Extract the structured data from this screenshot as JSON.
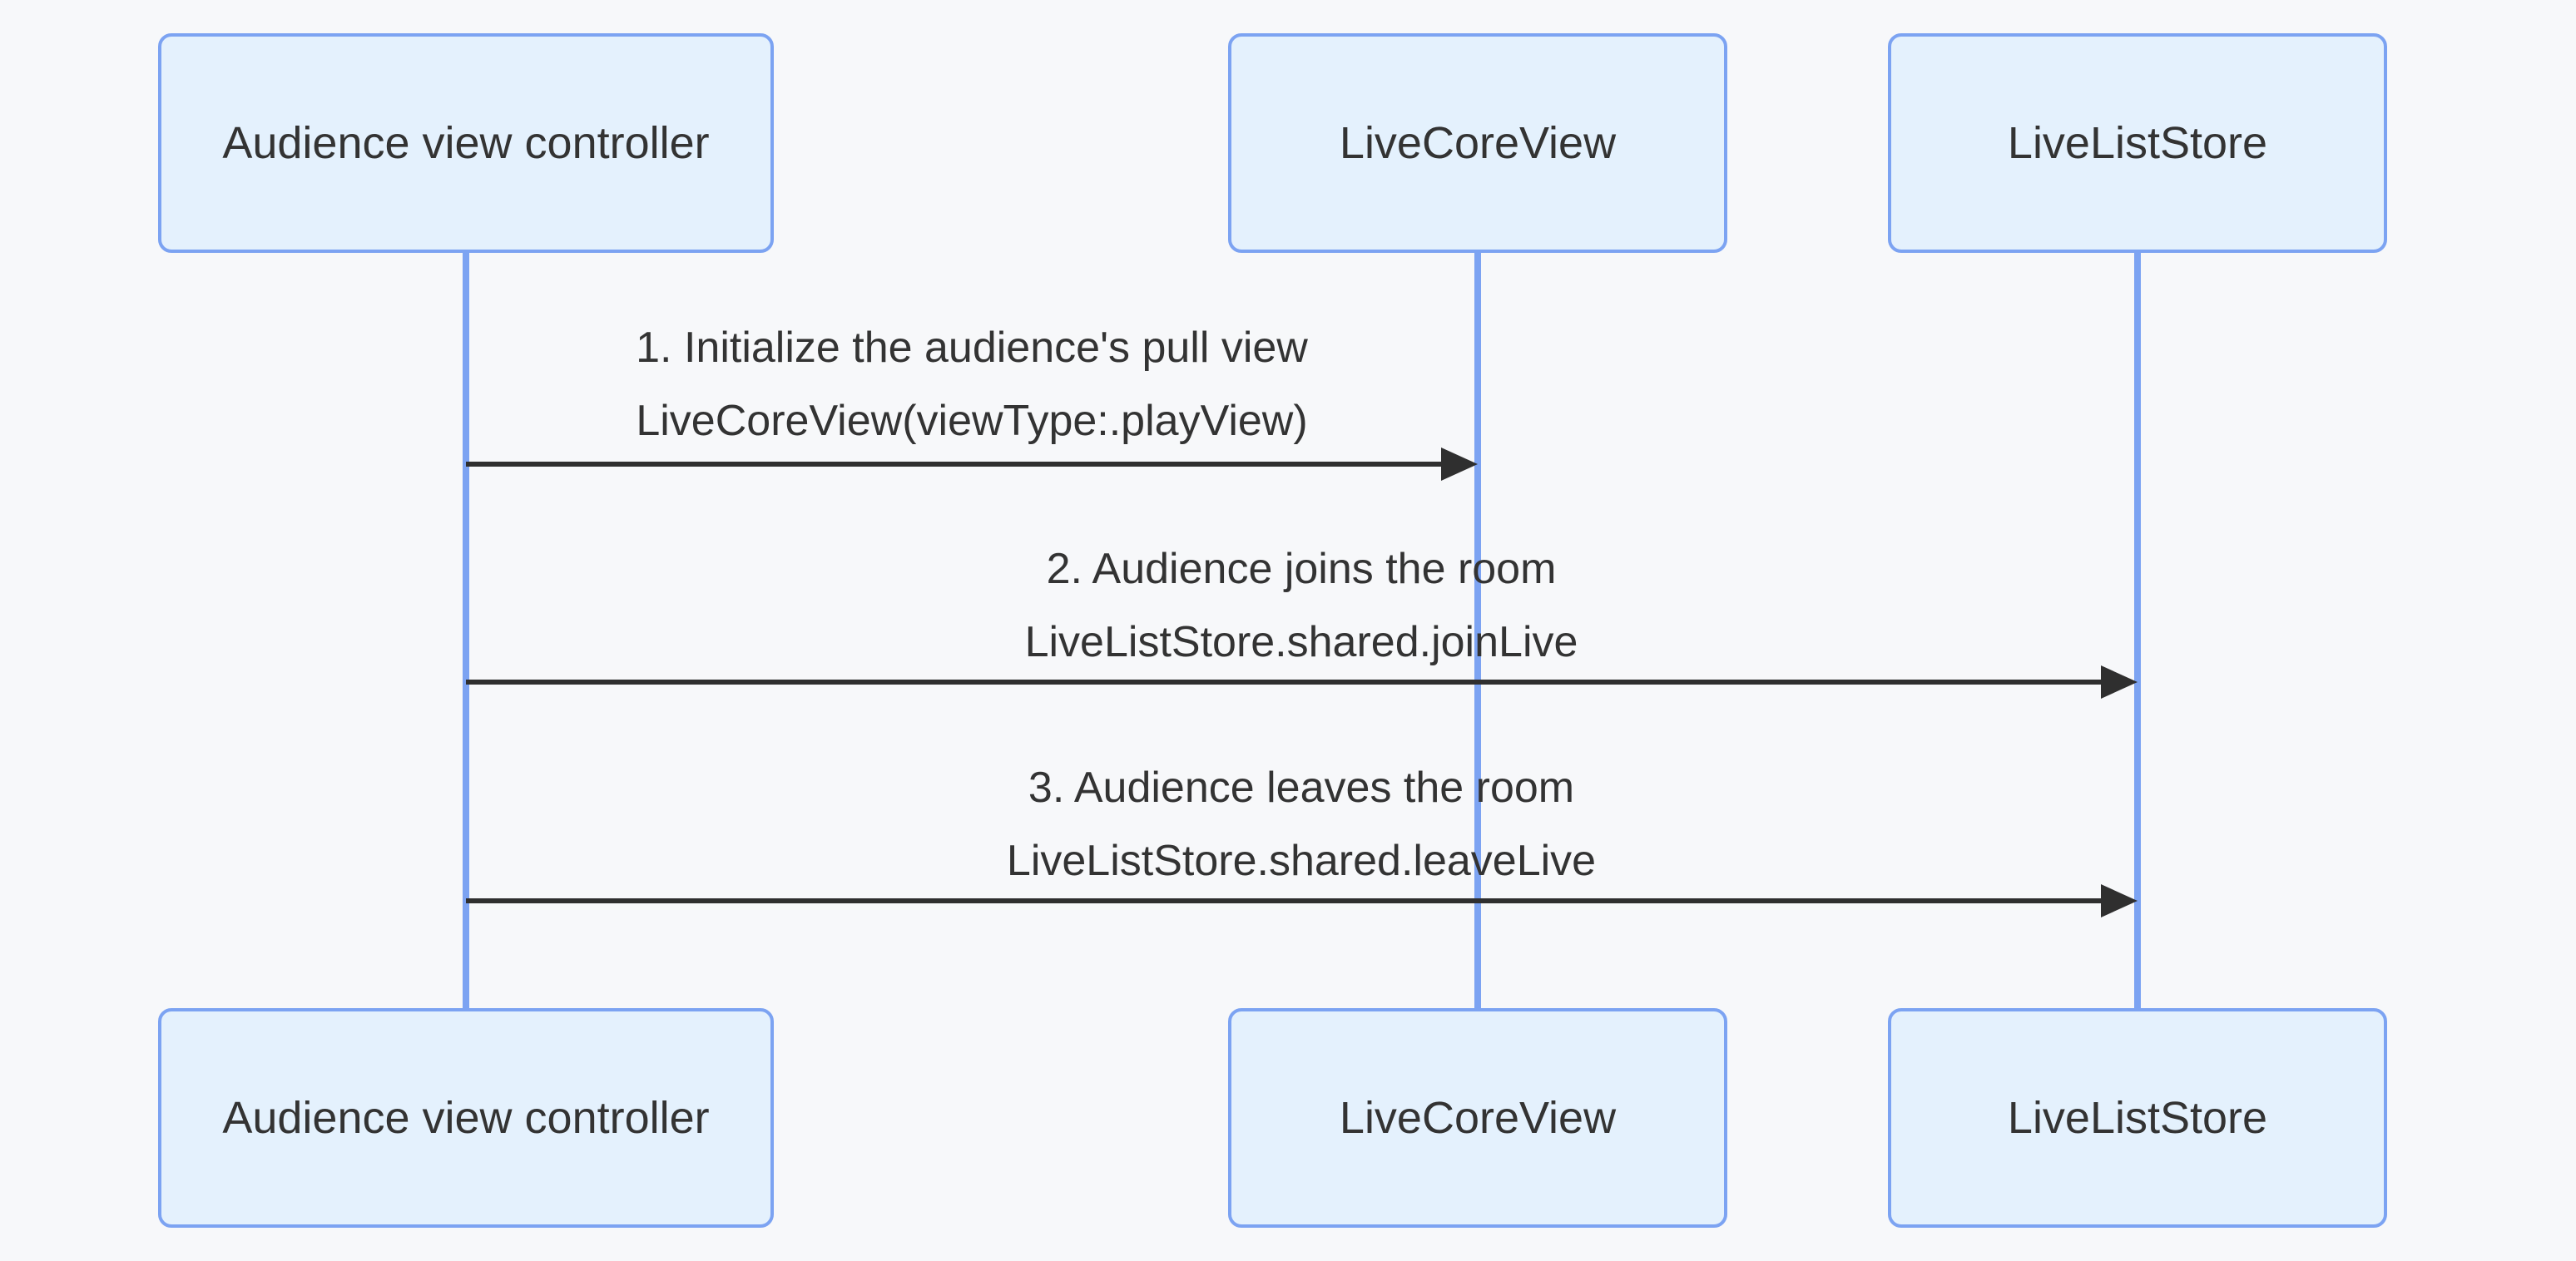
{
  "diagram": {
    "type": "sequence",
    "colors": {
      "background": "#f7f8fa",
      "box_fill": "#e4f1fd",
      "box_border": "#7ca3f2",
      "lifeline": "#7ca3f2",
      "arrow": "#2f2f2f",
      "text": "#333333"
    },
    "actors": [
      {
        "id": "audience-view-controller",
        "label": "Audience view controller"
      },
      {
        "id": "live-core-view",
        "label": "LiveCoreView"
      },
      {
        "id": "live-list-store",
        "label": "LiveListStore"
      }
    ],
    "messages": [
      {
        "from": "audience-view-controller",
        "to": "live-core-view",
        "lines": [
          "1. Initialize the audience's pull view",
          "LiveCoreView(viewType:.playView)"
        ]
      },
      {
        "from": "audience-view-controller",
        "to": "live-list-store",
        "lines": [
          "2. Audience joins the room",
          "LiveListStore.shared.joinLive"
        ]
      },
      {
        "from": "audience-view-controller",
        "to": "live-list-store",
        "lines": [
          "3. Audience leaves the room",
          "LiveListStore.shared.leaveLive"
        ]
      }
    ]
  }
}
